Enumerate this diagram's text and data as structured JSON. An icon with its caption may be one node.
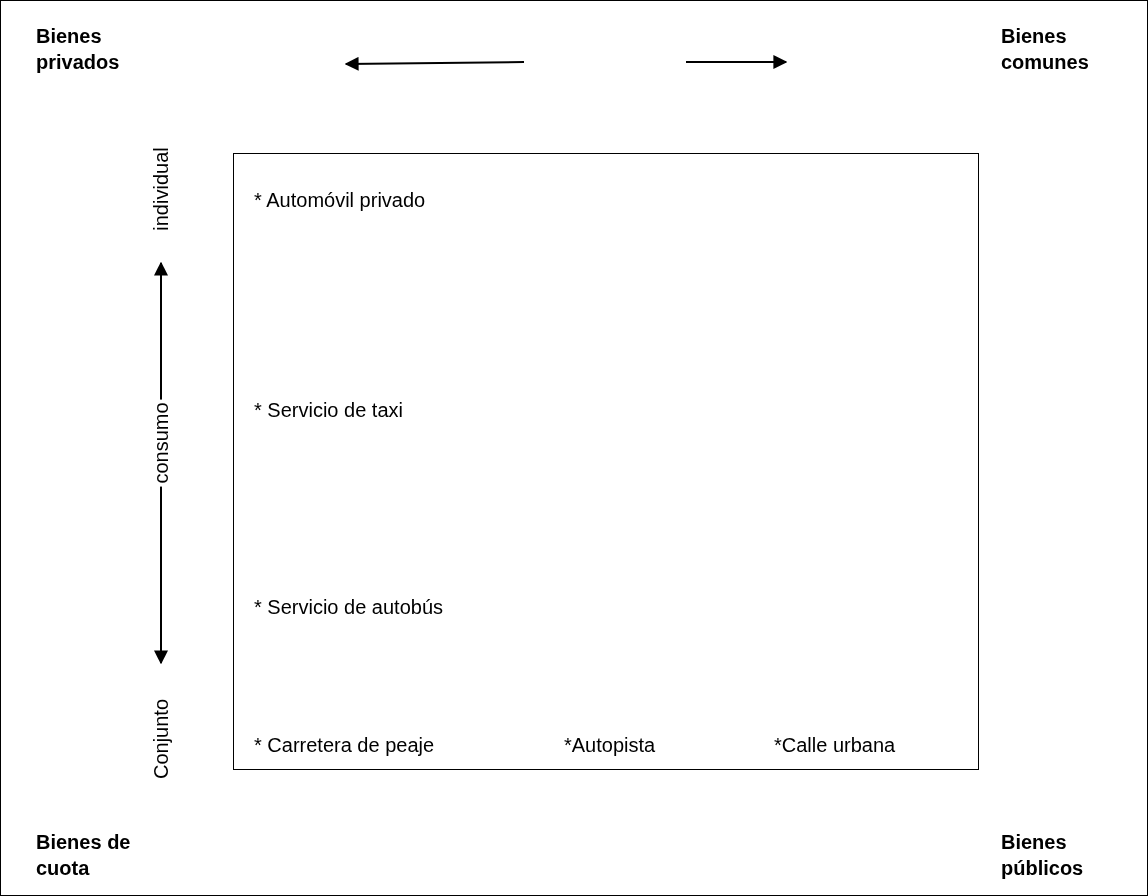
{
  "diagram": {
    "nodes": [
      {
        "text": [
          "* Automóvil privado",
          "* Servicio de taxi",
          "* Servicio de autobús",
          "* Carretera de peaje",
          "*Autopista",
          "*Calle urbana"
        ]
      }
    ],
    "labels": [
      "Bienes privados",
      "Bienes comunes",
      "individual",
      "consumo",
      "Conjunto",
      "Bienes de cuota",
      "Bienes públicos"
    ]
  }
}
